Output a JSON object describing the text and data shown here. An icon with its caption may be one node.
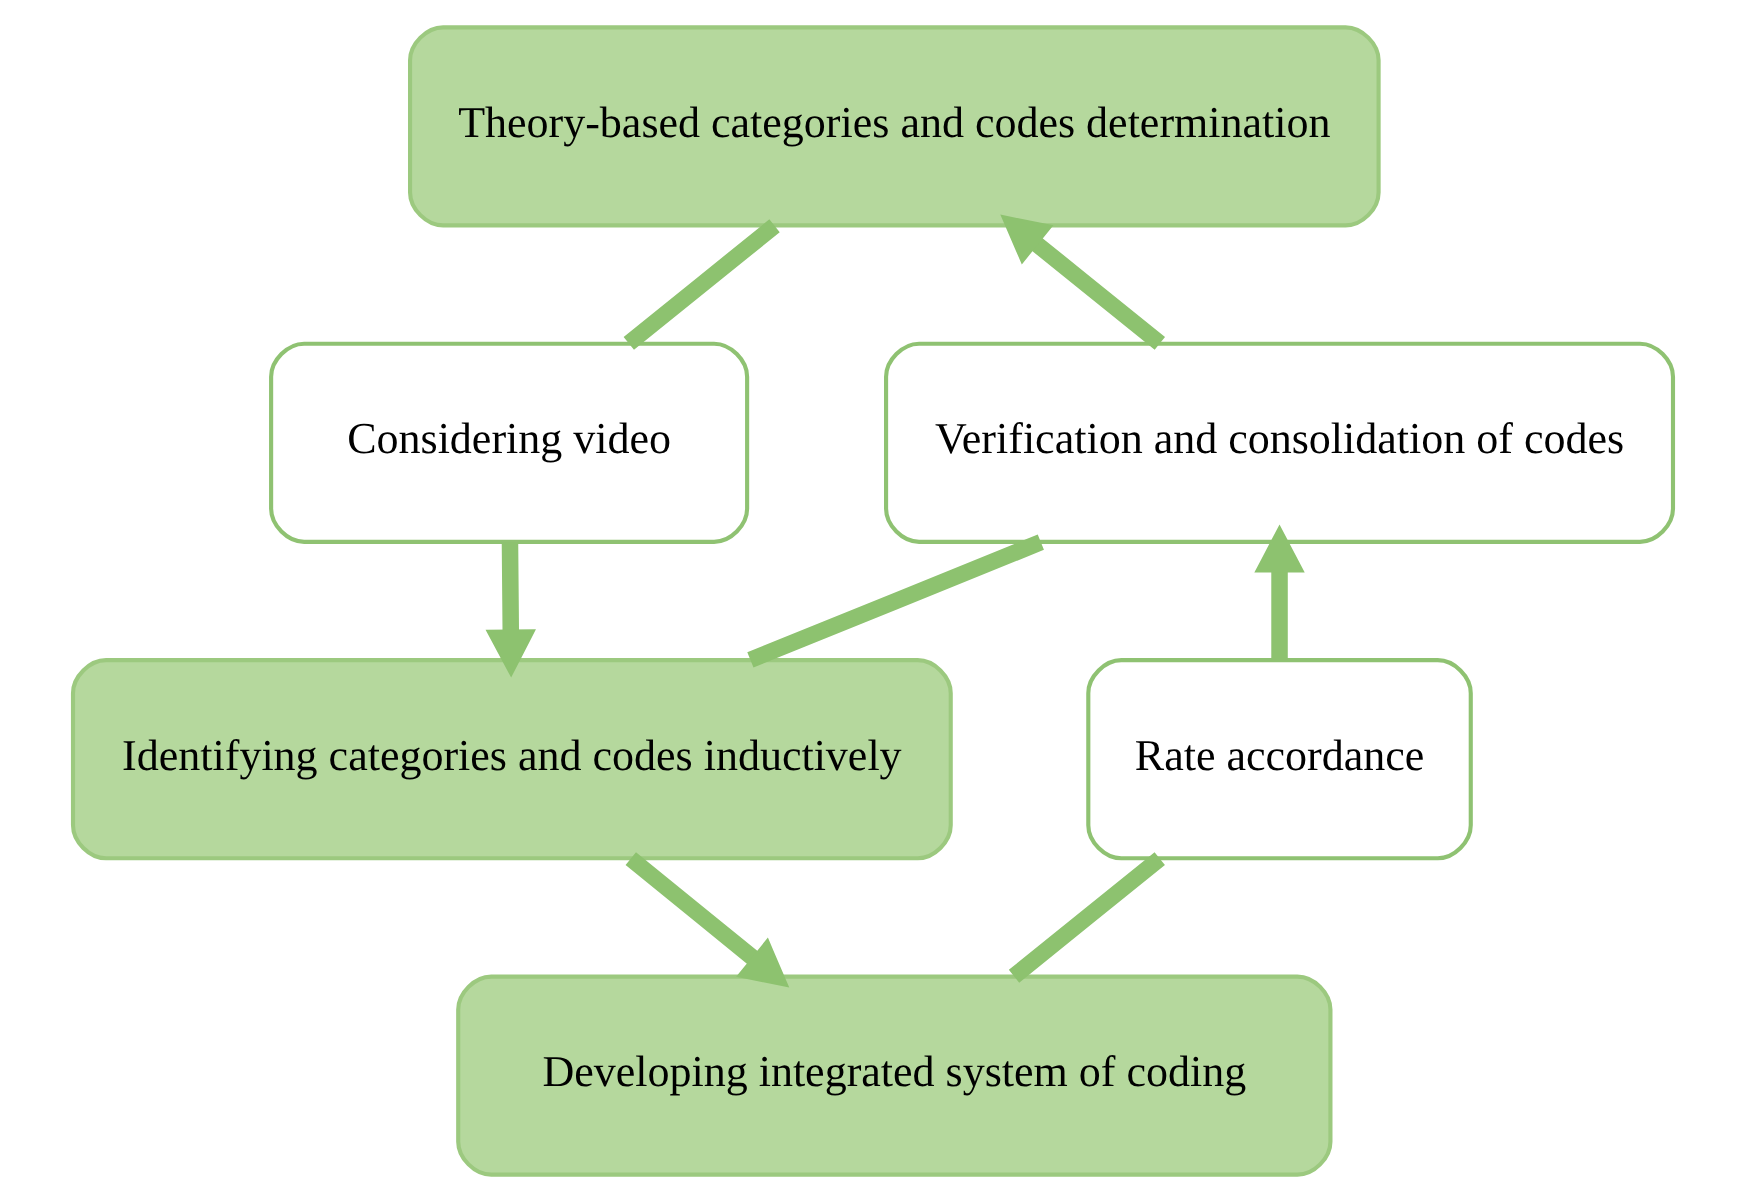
{
  "diagram": {
    "nodes": [
      {
        "text": [
          "Theory-based categories and codes determination"
        ]
      },
      {
        "text": [
          "Considering video"
        ]
      },
      {
        "text": [
          "Verification and consolidation of codes"
        ]
      },
      {
        "text": [
          "Identifying categories and codes inductively"
        ]
      },
      {
        "text": [
          "Rate accordance"
        ]
      },
      {
        "text": [
          "Developing integrated system of coding"
        ]
      }
    ],
    "edges": [
      {
        "from": 0,
        "to": 1,
        "arrow": "none"
      },
      {
        "from": 1,
        "to": 3,
        "arrow": "to"
      },
      {
        "from": 3,
        "to": 5,
        "arrow": "to"
      },
      {
        "from": 5,
        "to": 4,
        "arrow": "none"
      },
      {
        "from": 4,
        "to": 2,
        "arrow": "to"
      },
      {
        "from": 3,
        "to": 2,
        "arrow": "none"
      },
      {
        "from": 2,
        "to": 0,
        "arrow": "to"
      }
    ]
  }
}
